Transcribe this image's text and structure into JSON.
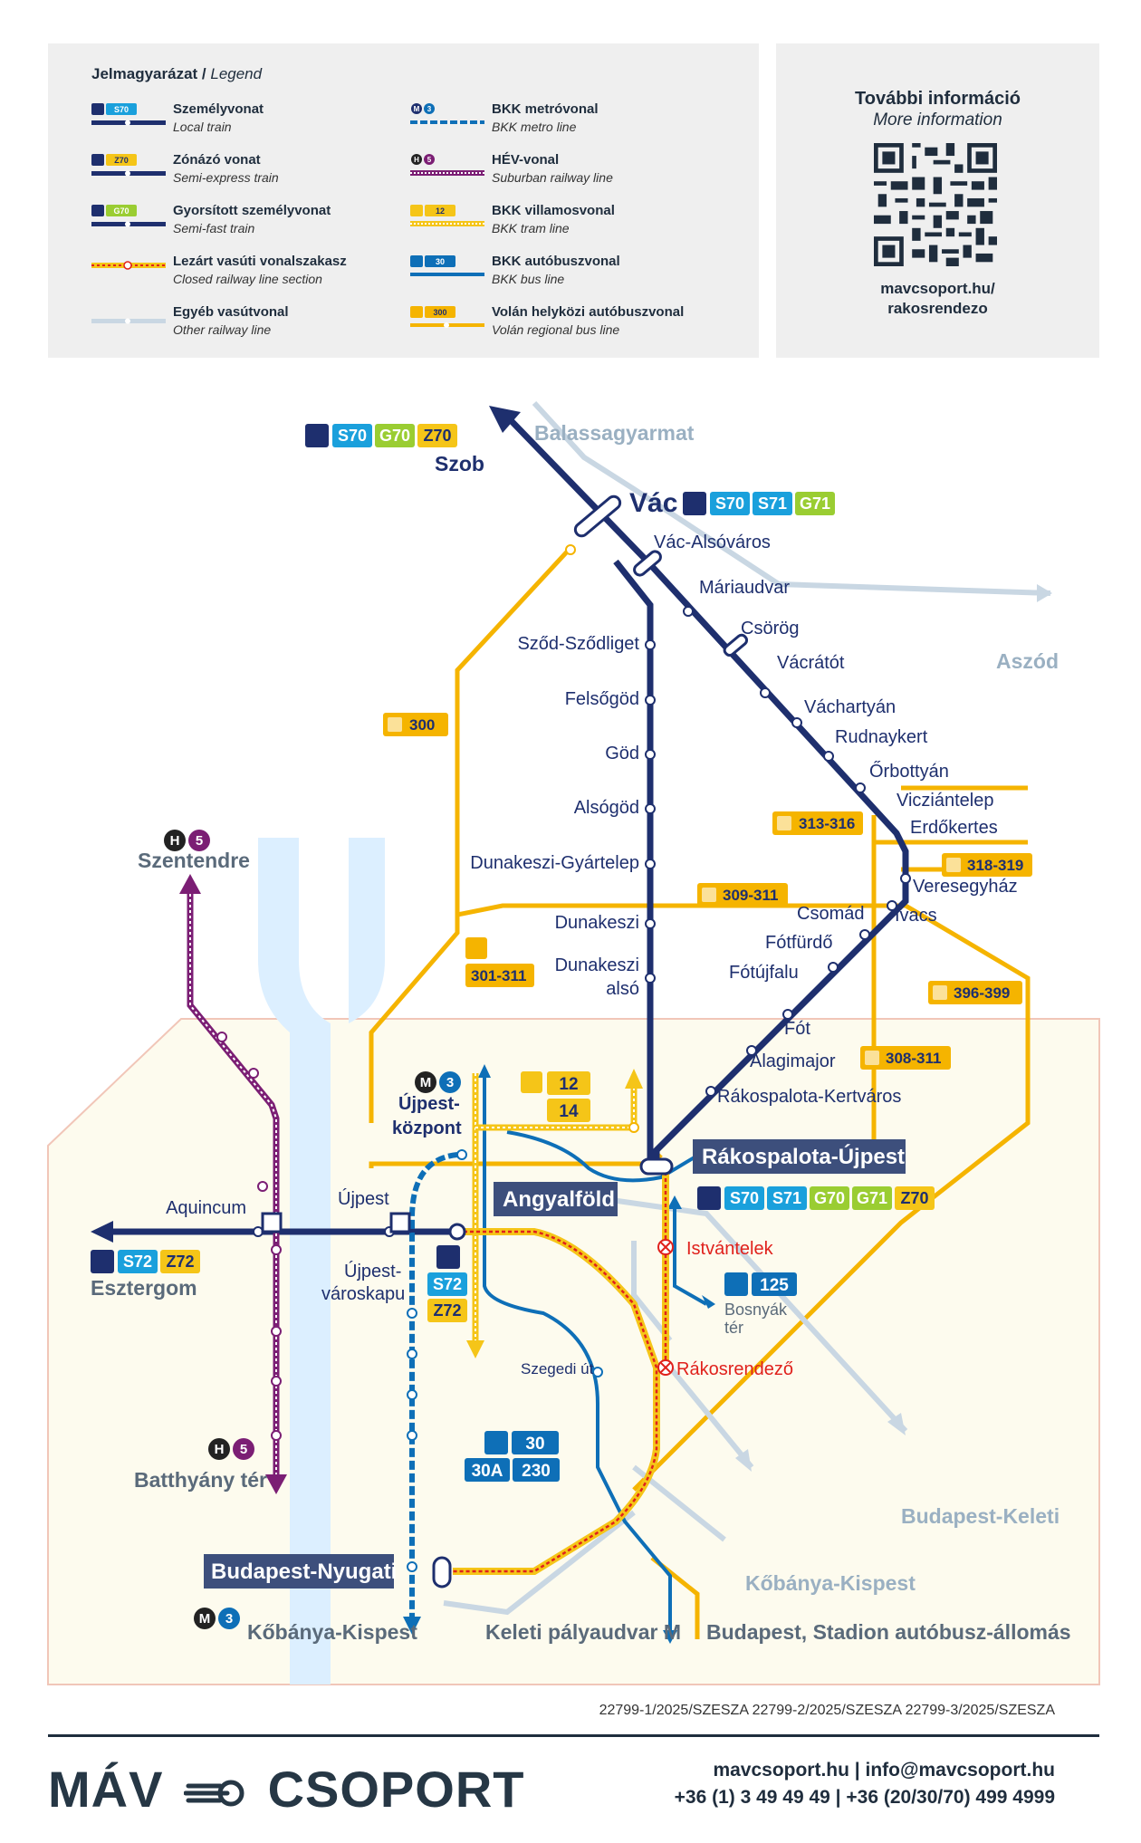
{
  "legend": {
    "title": "Jelmagyarázat",
    "title_en": "Legend",
    "items": [
      {
        "label": "Személyvonat",
        "sub": "Local train",
        "badge": "S70",
        "badge_color": "#1aa0dc"
      },
      {
        "label": "Zónázó vonat",
        "sub": "Semi-express train",
        "badge": "Z70",
        "badge_color": "#f5c518"
      },
      {
        "label": "Gyorsított személyvonat",
        "sub": "Semi-fast train",
        "badge": "G70",
        "badge_color": "#9acd32"
      },
      {
        "label": "Lezárt vasúti vonalszakasz",
        "sub": "Closed railway line section"
      },
      {
        "label": "Egyéb vasútvonal",
        "sub": "Other railway line"
      },
      {
        "label": "BKK metróvonal",
        "sub": "BKK metro line",
        "badge": "3"
      },
      {
        "label": "HÉV-vonal",
        "sub": "Suburban railway line",
        "badge": "5"
      },
      {
        "label": "BKK villamosvonal",
        "sub": "BKK tram line",
        "badge": "12"
      },
      {
        "label": "BKK autóbuszvonal",
        "sub": "BKK bus line",
        "badge": "30"
      },
      {
        "label": "Volán helyközi autóbuszvonal",
        "sub": "Volán regional bus line",
        "badge": "300"
      }
    ]
  },
  "info": {
    "title": "További információ",
    "subtitle": "More information",
    "url_line1": "mavcsoport.hu/",
    "url_line2": "rakosrendezo"
  },
  "colors": {
    "rail_dark": "#1e2f6e",
    "rail_light": "#c9d7e3",
    "bus_yellow": "#f5b400",
    "bkk_bus": "#0e6fb7",
    "hev": "#7b1e74",
    "closed": "#e0211c",
    "s_badge": "#1aa0dc",
    "g_badge": "#9acd32",
    "z_badge": "#f5c518",
    "river": "#dcefff",
    "city_fill": "#fdfbee"
  },
  "map": {
    "destinations": {
      "szob": "Szob",
      "balassagyarmat": "Balassagyarmat",
      "aszod": "Aszód",
      "szentendre": "Szentendre",
      "esztergom": "Esztergom",
      "batthyany": "Batthyány tér",
      "nyugati": "Budapest-Nyugati",
      "keleti": "Budapest-Keleti",
      "kobanya_kispest_rail": "Kőbánya-Kispest",
      "kobanya_kispest_metro": "Kőbánya-Kispest",
      "keleti_pu_m": "Keleti pályaudvar M",
      "stadion": "Budapest, Stadion autóbusz-állomás"
    },
    "stations": {
      "vac": "Vác",
      "vac_also": "Vác-Alsóváros",
      "mariaudvar": "Máriaudvar",
      "csorog": "Csörög",
      "vacratot": "Vácrátót",
      "vachartyan": "Váchartyán",
      "rudnaykert": "Rudnaykert",
      "orbottyan": "Őrbottyán",
      "vicziantelep": "Vicziántelep",
      "erdokertes": "Erdőkertes",
      "veresegyhaz": "Veresegyház",
      "ivacs": "Ivacs",
      "csomad": "Csomád",
      "fotfurdo": "Fótfürdő",
      "fotujfalu": "Fótújfalu",
      "fot": "Fót",
      "alagimajor": "Alagimajor",
      "rakospalota_kertvaros": "Rákospalota-Kertváros",
      "szod": "Sződ-Sződliget",
      "felsogod": "Felsőgöd",
      "god": "Göd",
      "alsogod": "Alsógöd",
      "dunakeszi_gyartelep": "Dunakeszi-Gyártelep",
      "dunakeszi": "Dunakeszi",
      "dunakeszi_also_1": "Dunakeszi",
      "dunakeszi_also_2": "alsó",
      "rakospalota_ujpest": "Rákospalota-Újpest",
      "angyalfold": "Angyalföld",
      "ujpest": "Újpest",
      "ujpest_kozpont_1": "Újpest-",
      "ujpest_kozpont_2": "központ",
      "ujpest_varoskapu_1": "Újpest-",
      "ujpest_varoskapu_2": "városkapu",
      "aquincum": "Aquincum",
      "istvantelek": "Istvántelek",
      "rakosrendezo": "Rákosrendező",
      "szegedi_ut": "Szegedi út",
      "bosnyak_1": "Bosnyák",
      "bosnyak_2": "tér"
    },
    "badges": {
      "szob": [
        "S70",
        "G70",
        "Z70"
      ],
      "vac": [
        "S70",
        "S71",
        "G71"
      ],
      "rakospalota": [
        "S70",
        "S71",
        "G70",
        "G71",
        "Z70"
      ],
      "esztergom": [
        "S72",
        "Z72"
      ],
      "angyalfold": [
        "S72",
        "Z72"
      ],
      "bus_300": "300",
      "bus_313": "313-316",
      "bus_318": "318-319",
      "bus_309": "309-311",
      "bus_396": "396-399",
      "bus_301": "301-311",
      "bus_308": "308-311",
      "tram_12": "12",
      "tram_14": "14",
      "bkk_125": "125",
      "bkk_30": "30",
      "bkk_30a": "30A",
      "bkk_230": "230",
      "metro_3": "3",
      "hev_5": "5"
    }
  },
  "footer": {
    "permits": "22799-1/2025/SZESZA   22799-2/2025/SZESZA   22799-3/2025/SZESZA",
    "logo_left": "MÁV",
    "logo_right": "CSOPORT",
    "contact_line1": "mavcsoport.hu | info@mavcsoport.hu",
    "contact_line2": "+36 (1) 3 49 49 49 | +36 (20/30/70) 499 4999"
  }
}
